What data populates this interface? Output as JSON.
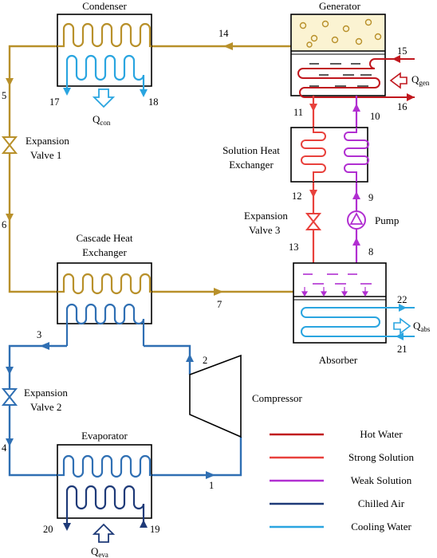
{
  "components": {
    "condenser": "Condenser",
    "generator": "Generator",
    "solution_hx_line1": "Solution Heat",
    "solution_hx_line2": "Exchanger",
    "cascade_hx_line1": "Cascade Heat",
    "cascade_hx_line2": "Exchanger",
    "absorber": "Absorber",
    "evaporator": "Evaporator",
    "compressor": "Compressor",
    "pump": "Pump",
    "exp_valve_1_line1": "Expansion",
    "exp_valve_1_line2": "Valve 1",
    "exp_valve_2_line1": "Expansion",
    "exp_valve_2_line2": "Valve 2",
    "exp_valve_3_line1": "Expansion",
    "exp_valve_3_line2": "Valve 3"
  },
  "heat_flows": {
    "q_con": "Q",
    "q_con_sub": "con",
    "q_gen": "Q",
    "q_gen_sub": "gen",
    "q_abs": "Q",
    "q_abs_sub": "abs",
    "q_eva": "Q",
    "q_eva_sub": "eva"
  },
  "states": [
    "1",
    "2",
    "3",
    "4",
    "5",
    "6",
    "7",
    "8",
    "9",
    "10",
    "11",
    "12",
    "13",
    "14",
    "15",
    "16",
    "17",
    "18",
    "19",
    "20",
    "21",
    "22"
  ],
  "legend": [
    {
      "label": "Hot Water",
      "color": "#c0161d"
    },
    {
      "label": "Strong Solution",
      "color": "#e8413c"
    },
    {
      "label": "Weak Solution",
      "color": "#b12fd1"
    },
    {
      "label": "Chilled Air",
      "color": "#1e3a78"
    },
    {
      "label": "Cooling Water",
      "color": "#2aa5e0"
    }
  ],
  "colors": {
    "refrigerant_ammonia": "#b8902a",
    "refrigerant_co2": "#2f6fb3",
    "hot_water": "#c0161d",
    "strong_solution": "#e8413c",
    "weak_solution": "#b12fd1",
    "chilled_air": "#1e3a78",
    "cooling_water": "#2aa5e0"
  }
}
